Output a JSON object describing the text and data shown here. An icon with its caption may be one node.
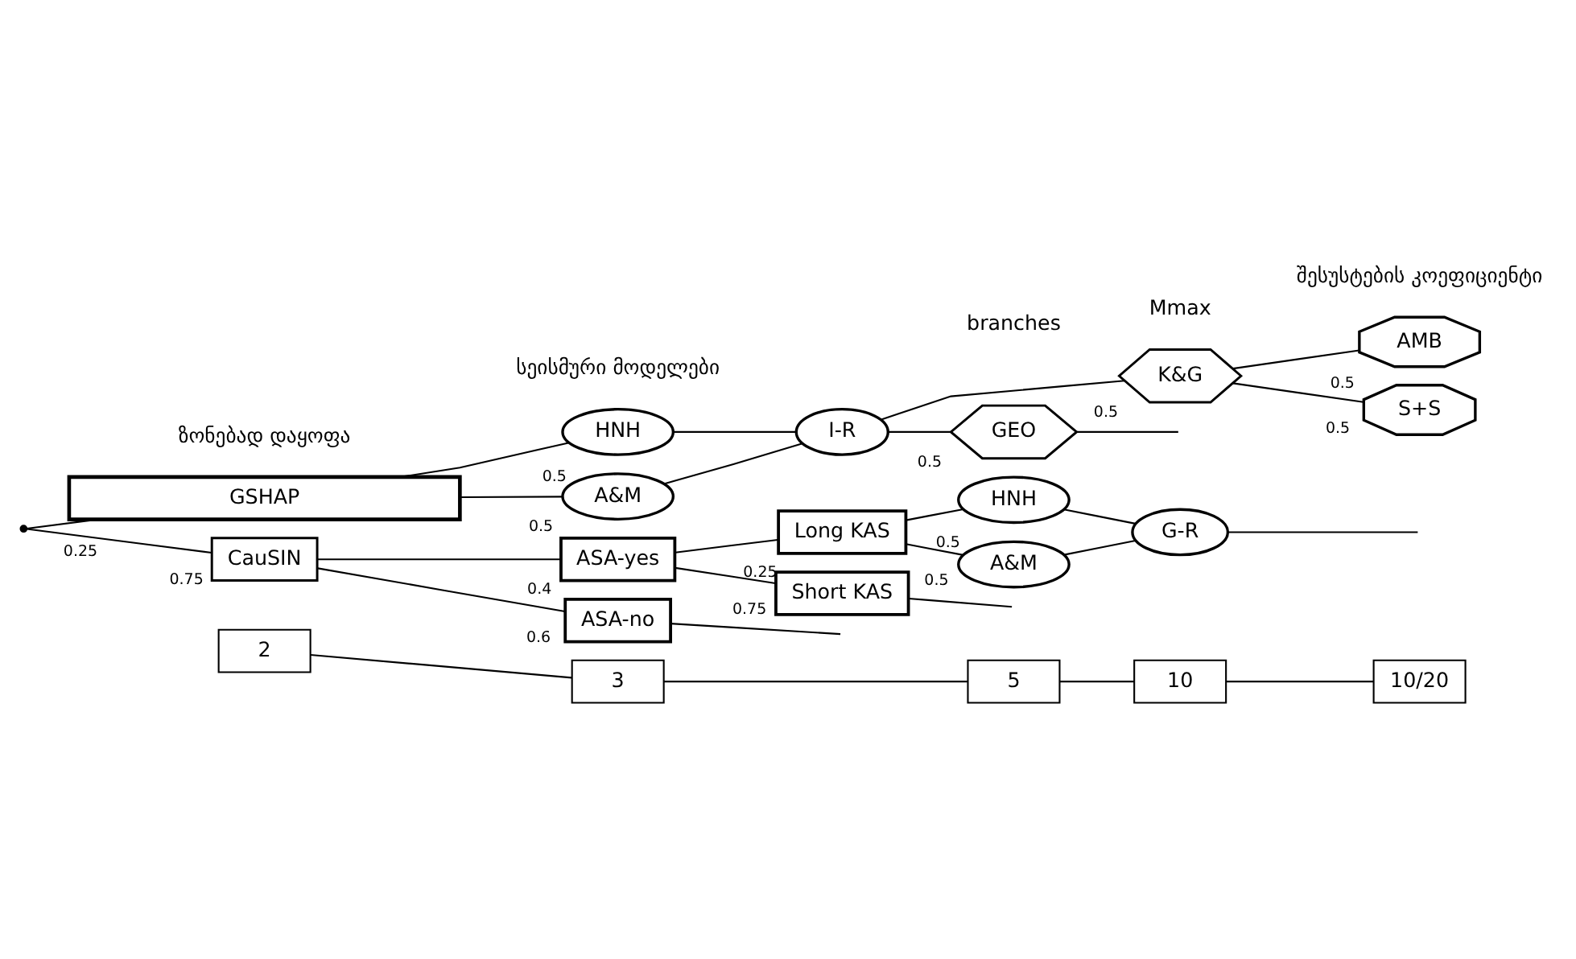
{
  "diagram": {
    "nodes": [
      {
        "text": [],
        "shape": "point"
      },
      {
        "text": [
          "GSHAP"
        ]
      },
      {
        "text": [
          "HNH"
        ]
      },
      {
        "text": [
          "A&M"
        ]
      },
      {
        "text": [
          "I-R"
        ]
      },
      {
        "text": [
          "K&G"
        ]
      },
      {
        "text": [
          "GEO"
        ]
      },
      {
        "text": [
          "AMB"
        ]
      },
      {
        "text": [
          "S+S"
        ]
      },
      {
        "text": [
          "CauSIN"
        ]
      },
      {
        "text": [
          "ASA-yes"
        ]
      },
      {
        "text": [
          "ASA-no"
        ]
      },
      {
        "text": [
          "Long KAS"
        ]
      },
      {
        "text": [
          "Short KAS"
        ]
      },
      {
        "text": [
          "HNH"
        ]
      },
      {
        "text": [
          "A&M"
        ]
      },
      {
        "text": [
          "G-R"
        ]
      },
      {
        "text": [
          "2"
        ]
      },
      {
        "text": [
          "3"
        ]
      },
      {
        "text": [
          "5"
        ]
      },
      {
        "text": [
          "10"
        ]
      },
      {
        "text": [
          "10/20"
        ]
      }
    ],
    "edges": [
      {
        "from": 0,
        "to": 1,
        "arrow": "none",
        "label": "0.25"
      },
      {
        "from": 0,
        "to": 9,
        "arrow": "none",
        "label": "0.75"
      },
      {
        "from": 1,
        "to": 2,
        "arrow": "none",
        "label": "0.5"
      },
      {
        "from": 1,
        "to": 3,
        "arrow": "none",
        "label": "0.5"
      },
      {
        "from": 2,
        "to": 4,
        "arrow": "none"
      },
      {
        "from": 3,
        "to": 4,
        "arrow": "none"
      },
      {
        "from": 4,
        "to": 5,
        "arrow": "none",
        "label": "0.5"
      },
      {
        "from": 4,
        "to": 6,
        "arrow": "none",
        "label": "0.5"
      },
      {
        "from": 5,
        "to": 7,
        "arrow": "none",
        "label": "0.5"
      },
      {
        "from": 5,
        "to": 8,
        "arrow": "none",
        "label": "0.5"
      },
      {
        "from": 6,
        "to": null,
        "arrow": "none"
      },
      {
        "from": 9,
        "to": 10,
        "arrow": "none",
        "label": "0.4"
      },
      {
        "from": 9,
        "to": 11,
        "arrow": "none",
        "label": "0.6"
      },
      {
        "from": 10,
        "to": 12,
        "arrow": "none",
        "label": "0.25"
      },
      {
        "from": 10,
        "to": 13,
        "arrow": "none",
        "label": "0.75"
      },
      {
        "from": 12,
        "to": 14,
        "arrow": "none",
        "label": "0.5"
      },
      {
        "from": 12,
        "to": 15,
        "arrow": "none",
        "label": "0.5"
      },
      {
        "from": 14,
        "to": 16,
        "arrow": "none"
      },
      {
        "from": 15,
        "to": 16,
        "arrow": "none"
      },
      {
        "from": 16,
        "to": null,
        "arrow": "none"
      },
      {
        "from": 13,
        "to": null,
        "arrow": "none"
      },
      {
        "from": 11,
        "to": null,
        "arrow": "none"
      },
      {
        "from": 17,
        "to": 18,
        "arrow": "none"
      },
      {
        "from": 18,
        "to": 19,
        "arrow": "none"
      },
      {
        "from": 19,
        "to": 20,
        "arrow": "none"
      },
      {
        "from": 20,
        "to": 21,
        "arrow": "none"
      }
    ],
    "labels": [
      "ზონებად დაყოფა",
      "სეისმური მოდელები",
      "Mmax",
      "შესუსტების კოეფიციენტი",
      "branches"
    ]
  }
}
